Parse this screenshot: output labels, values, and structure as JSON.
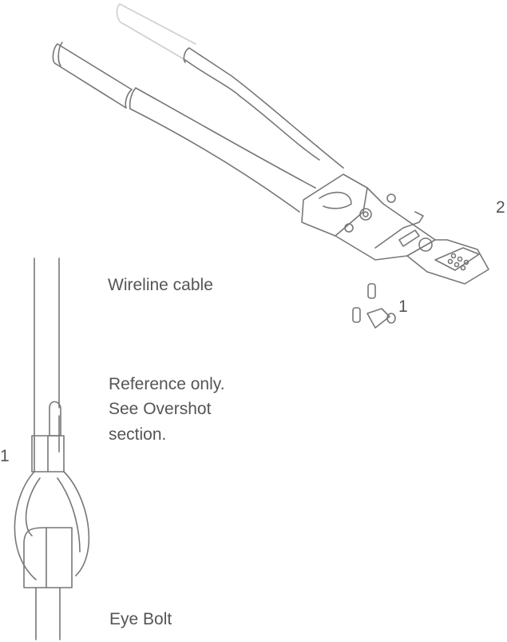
{
  "labels": {
    "crimper_callout": "2",
    "sleeves_callout": "1",
    "wireline_cable": "Wireline cable",
    "reference_line1": "Reference  only.",
    "reference_line2": "See  Overshot",
    "reference_line3": "section.",
    "sleeve_callout_left": "1",
    "eye_bolt": "Eye Bolt"
  }
}
